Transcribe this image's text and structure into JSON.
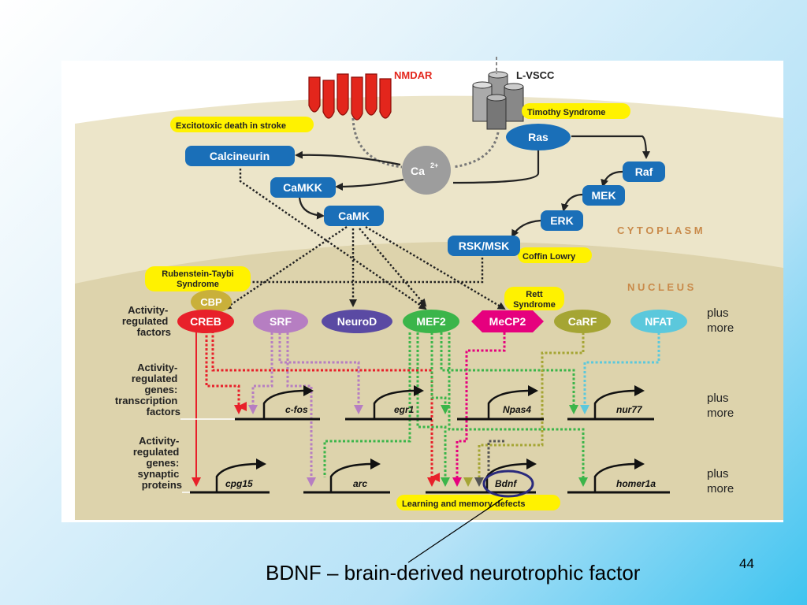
{
  "receptors": {
    "nmdar": "NMDAR",
    "lvscc": "L-VSCC"
  },
  "calcium": {
    "base": "Ca",
    "sup": "2+"
  },
  "regions": {
    "cytoplasm": "C Y T O P L A S M",
    "nucleus": "N U C L E U S"
  },
  "kinases": {
    "calcineurin": "Calcineurin",
    "camkk": "CaMKK",
    "camk": "CaMK",
    "ras": "Ras",
    "raf": "Raf",
    "mek": "MEK",
    "erk": "ERK",
    "rskmsk": "RSK/MSK"
  },
  "diseases": {
    "excitotoxic": "Excitotoxic death in stroke",
    "timothy": "Timothy Syndrome",
    "coffin": "Coffin Lowry",
    "rubenstein_1": "Rubenstein-Taybi",
    "rubenstein_2": "Syndrome",
    "rett_1": "Rett",
    "rett_2": "Syndrome",
    "learning": "Learning and memory defects"
  },
  "factors": {
    "cbp": "CBP",
    "creb": "CREB",
    "srf": "SRF",
    "neurod": "NeuroD",
    "mef2": "MEF2",
    "mecp2": "MeCP2",
    "carf": "CaRF",
    "nfat": "NFAT"
  },
  "row_labels": {
    "factors": [
      "Activity-",
      "regulated",
      "factors"
    ],
    "tf_genes": [
      "Activity-",
      "regulated",
      "genes:",
      "transcription",
      "factors"
    ],
    "syn_genes": [
      "Activity-",
      "regulated",
      "genes:",
      "synaptic",
      "proteins"
    ]
  },
  "plus_more": [
    "plus",
    "more"
  ],
  "genes": {
    "cfos": "c-fos",
    "egr1": "egr1",
    "npas4": "Npas4",
    "nur77": "nur77",
    "cpg15": "cpg15",
    "arc": "arc",
    "bdnf": "Bdnf",
    "homer1a": "homer1a"
  },
  "colors": {
    "kinase_blue": "#1a6fb8",
    "creb_red": "#e8202a",
    "srf_purple": "#b67ec2",
    "neurod_indigo": "#5a4aa3",
    "mef2_green": "#3bb54a",
    "mecp2_pink": "#e6007e",
    "carf_olive": "#a5a534",
    "nfat_cyan": "#5bc8dc",
    "disease_yellow": "#fff200",
    "receptor_red": "#e3261c",
    "calcium_gray": "#9d9d9d"
  },
  "caption": "BDNF – brain-derived neurotrophic factor",
  "slide_number": "44"
}
